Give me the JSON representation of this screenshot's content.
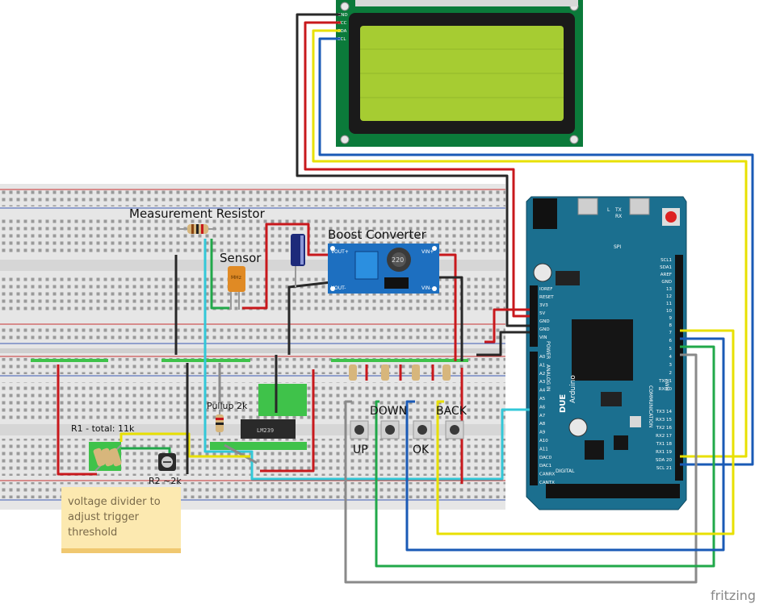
{
  "labels": {
    "measurement_resistor": "Measurement Resistor",
    "sensor": "Sensor",
    "boost_converter": "Boost Converter",
    "pullup": "Pullup 2k",
    "r1": "R1 - total: 11k",
    "r2": "R2 ~2k",
    "btn_up": "UP",
    "btn_down": "DOWN",
    "btn_ok": "OK",
    "btn_back": "BACK",
    "note": "voltage divider to adjust trigger threshold",
    "note_lines": [
      "voltage divider to",
      "adjust trigger",
      "threshold"
    ],
    "watermark": "fritzing"
  },
  "lcd": {
    "pins": [
      "GND",
      "VCC",
      "SDA",
      "SCL"
    ]
  },
  "boost": {
    "vout_plus": "VOUT+",
    "vout_minus": "VOUT-",
    "vin_plus": "VIN+",
    "vin_minus": "VIN-",
    "inductor": "220"
  },
  "sensor_part": {
    "marking": "MHz"
  },
  "ic": {
    "marking": "LM239"
  },
  "arduino": {
    "name": "DUE",
    "brand": "Arduino",
    "power_left": [
      "IOREF",
      "RESET",
      "3V3",
      "5V",
      "GND",
      "GND",
      "VIN"
    ],
    "power_label": "POWER",
    "analog_label": "ANALOG IN",
    "analog_pins": [
      "A0",
      "A1",
      "A2",
      "A3",
      "A4",
      "A5",
      "A6",
      "A7",
      "A8",
      "A9",
      "A10",
      "A11",
      "DAC0",
      "DAC1",
      "CANRX",
      "CANTX"
    ],
    "right_top": [
      "SCL1",
      "SDA1",
      "AREF",
      "GND",
      "13",
      "12",
      "11",
      "10",
      "9",
      "8"
    ],
    "right_mid": [
      "7",
      "6",
      "5",
      "4",
      "3",
      "2",
      "TX0 1",
      "RX0 0"
    ],
    "right_comm": [
      "TX3 14",
      "RX3 15",
      "TX2 16",
      "RX2 17",
      "TX1 18",
      "RX1 19",
      "SDA 20",
      "SCL 21"
    ],
    "pwm_label": "PWM",
    "comm_label": "COMMUNICATION",
    "digital_label": "DIGITAL",
    "spi_label": "SPI",
    "l_led": "L",
    "tx_led": "TX",
    "rx_led": "RX"
  },
  "colors": {
    "wire_red": "#c8181c",
    "wire_black": "#282828",
    "wire_blue": "#1a5ab6",
    "wire_yellow": "#e8e000",
    "wire_green": "#21a84a",
    "wire_gray": "#8a8a8a",
    "wire_cyan": "#33c8d8",
    "board_blue": "#1b6f8f",
    "lcd_green": "#0b7a3a",
    "lcd_screen": "#a6cc32",
    "note_bg": "#fce9b0"
  }
}
